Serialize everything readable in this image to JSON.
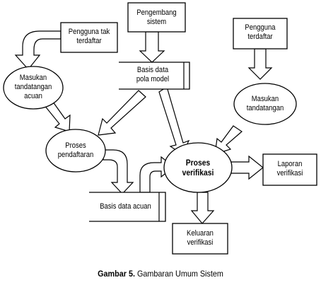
{
  "nodes": {
    "pengguna_tak_terdaftar": "Pengguna tak\nterdaftar",
    "pengembang_sistem": "Pengembang\nsistem",
    "pengguna_terdaftar": "Pengguna\nterdaftar",
    "masukan_tandatangan_acuan": "Masukan\ntandatangan\nacuan",
    "basis_data_pola_model": "Basis data\npola model",
    "masukan_tandatangan": "Masukan\ntandatangan",
    "proses_pendaftaran": "Proses\npendaftaran",
    "proses_verifikasi": "Proses\nverifikasi",
    "laporan_verifikasi": "Laporan\nverifikasi",
    "basis_data_acuan": "Basis data acuan",
    "keluaran_verifikasi": "Keluaran\nverifikasi"
  },
  "caption": {
    "label": "Gambar 5.",
    "text": "Gambaran Umum Sistem"
  }
}
